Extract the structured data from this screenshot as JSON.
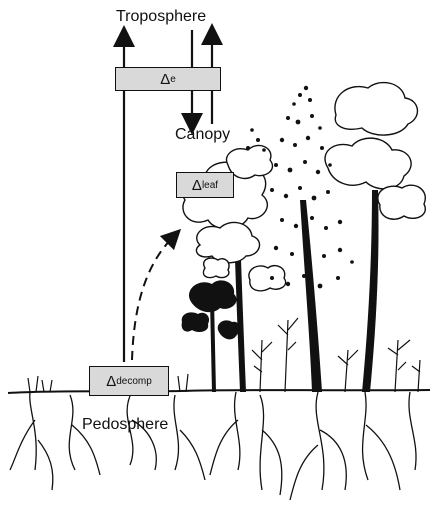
{
  "labels": {
    "troposphere": "Troposphere",
    "canopy": "Canopy",
    "pedosphere": "Pedosphere"
  },
  "boxes": {
    "e": {
      "symbol": "Δ",
      "subscript": "e"
    },
    "leaf": {
      "symbol": "Δ",
      "subscript": "leaf"
    },
    "decomp": {
      "symbol": "Δ",
      "subscript": "decomp"
    }
  },
  "colors": {
    "box_fill": "#d9d9d9",
    "ink": "#111111"
  }
}
